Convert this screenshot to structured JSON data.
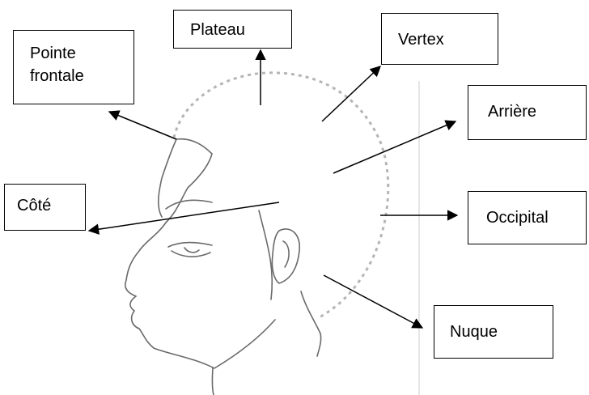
{
  "labels": {
    "pointe_frontale": "Pointe\nfrontale",
    "plateau": "Plateau",
    "vertex": "Vertex",
    "arriere": "Arrière",
    "cote": "Côté",
    "occipital": "Occipital",
    "nuque": "Nuque"
  },
  "colors": {
    "line": "#000000",
    "sketch": "#6f6f6f",
    "dashed_outline": "#b8b8b8",
    "background": "#ffffff"
  }
}
